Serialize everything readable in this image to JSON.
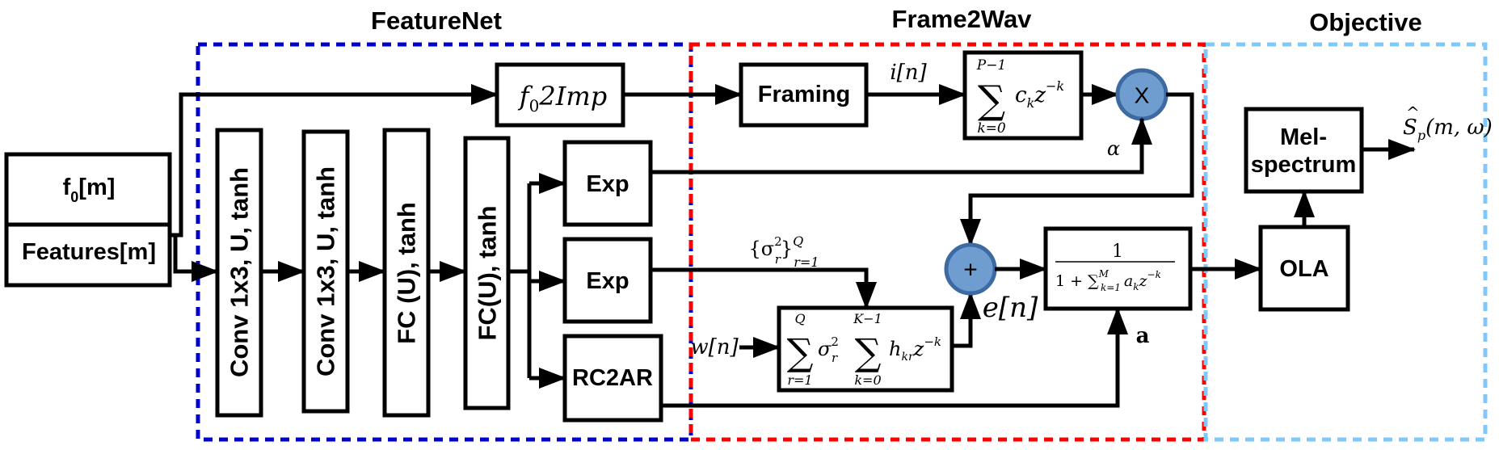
{
  "titles": {
    "featurenet": "FeatureNet",
    "frame2wav": "Frame2Wav",
    "objective": "Objective"
  },
  "colors": {
    "featurenet_border": "#0000cc",
    "frame2wav_border": "#ff0000",
    "objective_border": "#80c8f8",
    "operator_fill": "#6f9dcf",
    "operator_stroke": "#3d6aa3"
  },
  "inputs": {
    "f0": "f",
    "f0_sub": "0",
    "f0_rest": "[m]",
    "features": "Features[m]"
  },
  "featurenet": {
    "f02imp": {
      "f": "f",
      "sub": "0",
      "rest": "2Imp"
    },
    "layers": [
      "Conv 1x3, U, tanh",
      "Conv 1x3, U, tanh",
      "FC (U), tanh",
      "FC(U), tanh"
    ],
    "exp1": "Exp",
    "exp2": "Exp",
    "rc2ar": "RC2AR"
  },
  "frame2wav": {
    "framing": "Framing",
    "in_label": "i[n]",
    "sum_ck": {
      "upper": "P−1",
      "sigma": "∑",
      "lower": "k=0",
      "term": "c",
      "term_sub": "k",
      "z": "z",
      "exp": "−k"
    },
    "multiply": "X",
    "alpha": "α",
    "sigma_set": {
      "open": "{σ",
      "sup": "2",
      "sub": "r",
      "close": "}",
      "upper": "Q",
      "lower": "r=1"
    },
    "noise_label": "w[n]",
    "noise_filter": {
      "upper1": "Q",
      "lower1": "r=1",
      "sigma": "∑",
      "s": "σ",
      "s_sup": "2",
      "s_sub": "r",
      "upper2": "K−1",
      "lower2": "k=0",
      "h": "h",
      "h_sub": "kr",
      "z": "z",
      "exp": "−k"
    },
    "add": "+",
    "excitation": "e[n]",
    "allpole": {
      "numerator": "1",
      "denominator": "1 + ∑",
      "d_sup": "M",
      "d_sub": "k=1",
      "a": "a",
      "a_sub": "k",
      "z": "z",
      "exp": "−k"
    },
    "a_label": "a"
  },
  "objective": {
    "ola": "OLA",
    "mel_line1": "Mel-",
    "mel_line2": "spectrum",
    "output": {
      "s": "S",
      "hat": "^",
      "sub": "p",
      "args": "(m, ω)"
    }
  }
}
